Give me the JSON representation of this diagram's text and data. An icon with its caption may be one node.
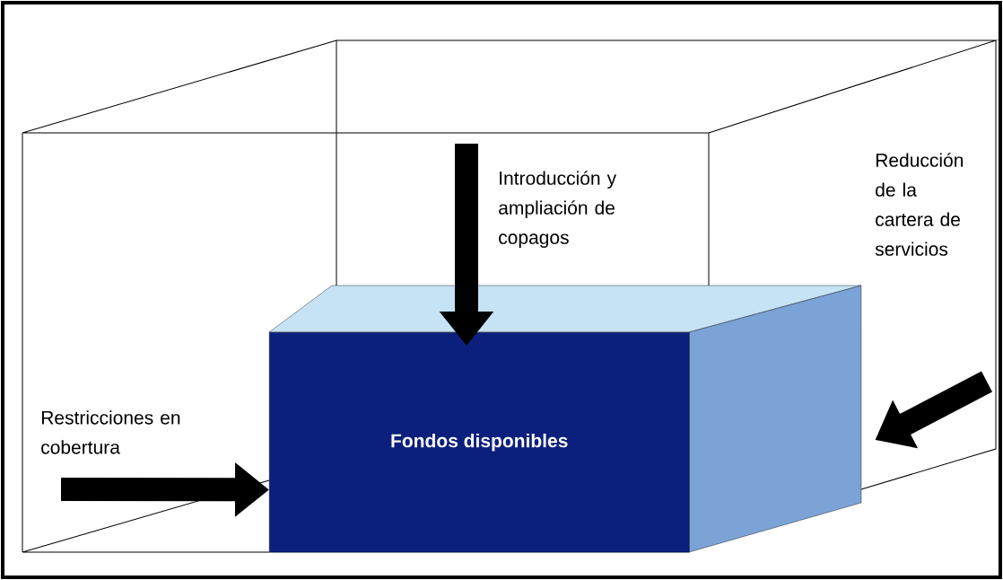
{
  "diagram": {
    "nodes": [
      {
        "text": [
          "Fondos disponibles"
        ]
      },
      {
        "text": [
          "Restricciones en cobertura"
        ]
      },
      {
        "text": [
          "Introducción y ampliación de copagos"
        ]
      }
    ],
    "edges": [
      {
        "from": 1,
        "to": 0,
        "arrow": "to"
      },
      {
        "from": 2,
        "to": 0,
        "arrow": "to"
      },
      {
        "from": null,
        "to": 0,
        "arrow": "to"
      }
    ],
    "labels": [
      "Reducción de la cartera de servicios"
    ]
  }
}
